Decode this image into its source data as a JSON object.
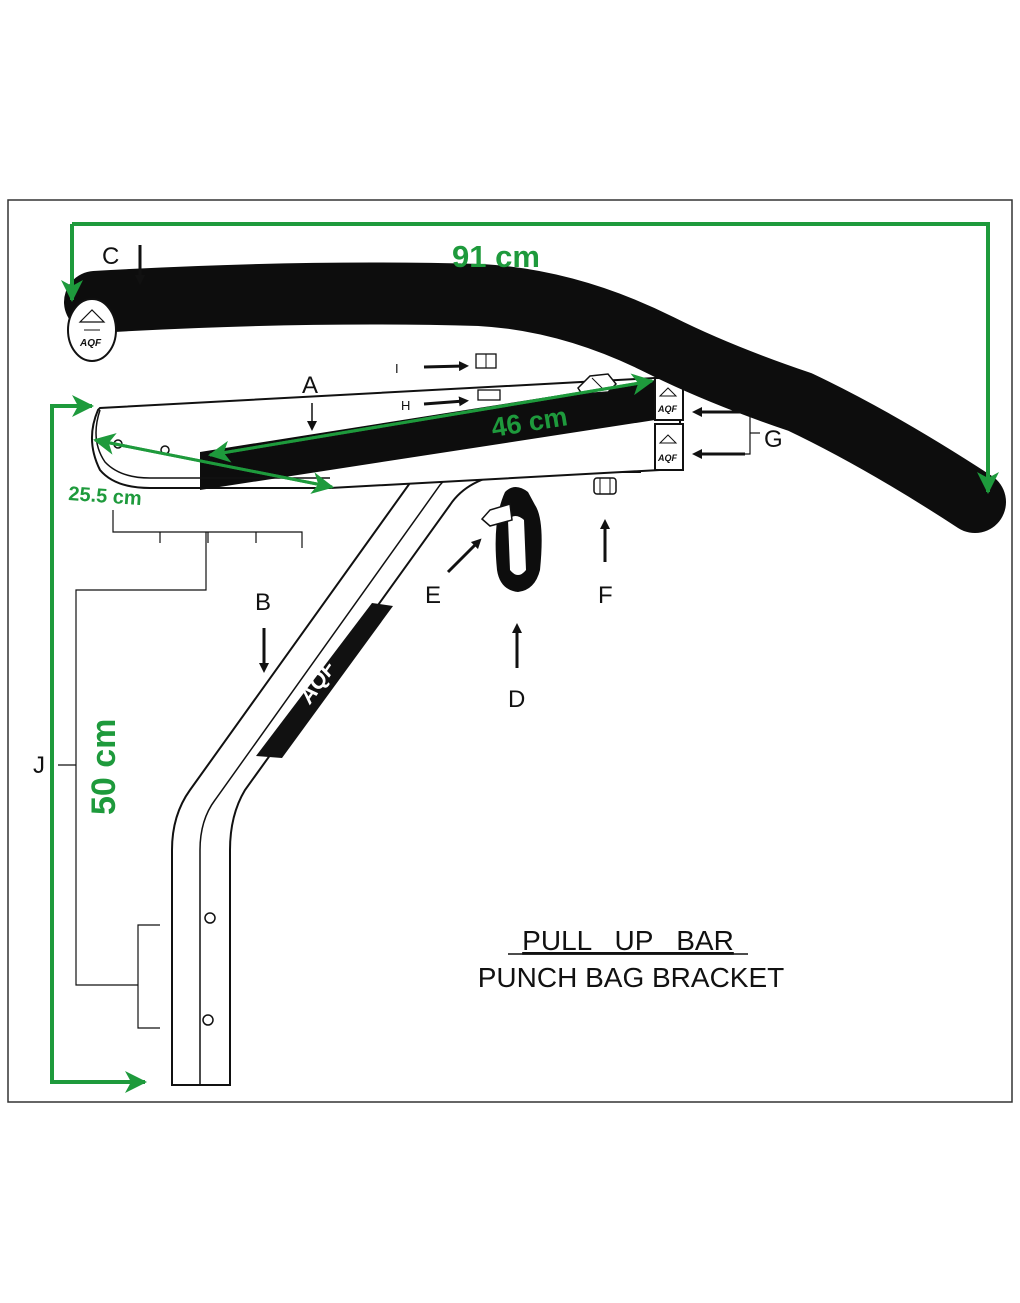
{
  "diagram": {
    "title_line1": "PULL   UP   BAR",
    "title_line2": "PUNCH BAG BRACKET",
    "brand_text": "AQF",
    "dimensions": {
      "width_total": "91 cm",
      "bar_length": "46 cm",
      "depth": "25.5 cm",
      "height": "50 cm"
    },
    "part_labels": {
      "a": "A",
      "b": "B",
      "c": "C",
      "d": "D",
      "e": "E",
      "f": "F",
      "g": "G",
      "h": "H",
      "i": "I",
      "j": "J"
    },
    "colors": {
      "dimension": "#1e9a3c",
      "ink": "#111111",
      "bar": "#0d0d0d"
    }
  }
}
